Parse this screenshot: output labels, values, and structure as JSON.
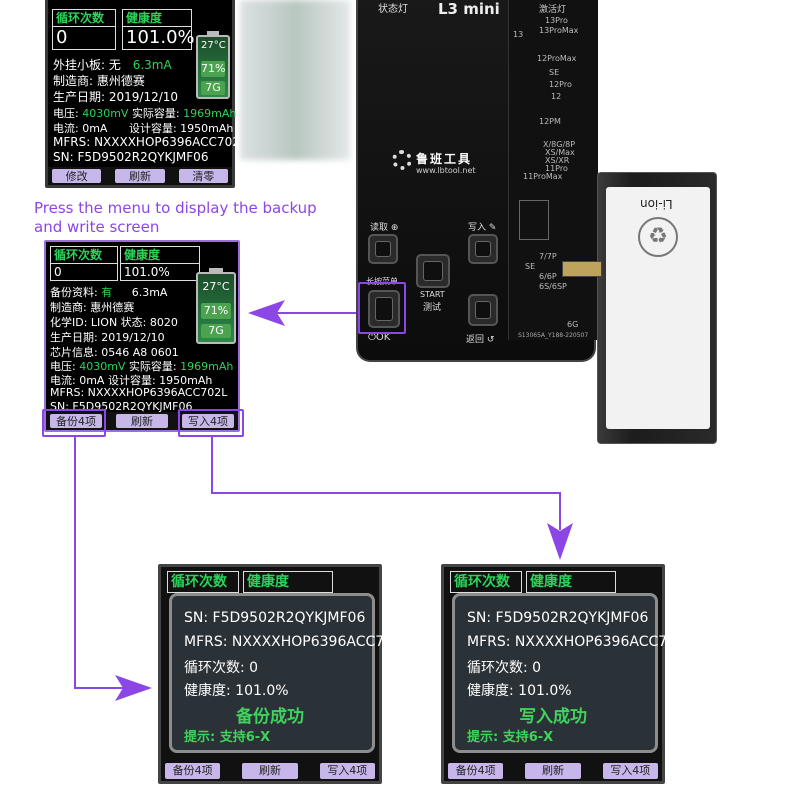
{
  "top_screen": {
    "cycles_label": "循环次数",
    "health_label": "健康度",
    "cycles_value": "0",
    "health_value": "101.0%",
    "battery_temp": "27°C",
    "battery_pct": "71%",
    "battery_code": "7G",
    "lines": [
      {
        "label": "外挂小板: 无",
        "value": "6.3mA"
      },
      {
        "label": "制造商: 惠州德赛",
        "value": ""
      },
      {
        "label": "生产日期: 2019/12/10",
        "value": ""
      },
      {
        "label": "电压: ",
        "value": "4030mV",
        "label2": "实际容量: ",
        "value2": "1969mAh"
      },
      {
        "label": "电流: 0mA",
        "value": "",
        "label2": "设计容量: 1950mAh",
        "value2": ""
      },
      {
        "label": "MFRS: NXXXXHOP6396ACC702",
        "value": ""
      },
      {
        "label": "SN: F5D9502R2QYKJMF06",
        "value": ""
      }
    ],
    "buttons": [
      "修改",
      "刷新",
      "清零"
    ]
  },
  "caption": "Press the menu to display the backup and write screen",
  "middle_screen": {
    "cycles_label": "循环次数",
    "health_label": "健康度",
    "cycles_value": "0",
    "health_value": "101.0%",
    "battery_temp": "27°C",
    "battery_pct": "71%",
    "battery_code": "7G",
    "lines": [
      {
        "label": "备份资料: ",
        "value": "有",
        "extra": "6.3mA"
      },
      {
        "label": "制造商: 惠州德赛"
      },
      {
        "label": "化学ID: LION  状态: 8020"
      },
      {
        "label": "生产日期: 2019/12/10"
      },
      {
        "label": "芯片信息: 0546 A8 0601"
      },
      {
        "label": "电压: ",
        "value": "4030mV",
        "label2": " 实际容量: ",
        "value2": "1969mAh"
      },
      {
        "label": "电流: 0mA     设计容量: 1950mAh"
      },
      {
        "label": "MFRS: NXXXXHOP6396ACC702L"
      },
      {
        "label": "SN: F5D9502R2QYKJMF06"
      }
    ],
    "buttons": [
      "备份4项",
      "刷新",
      "写入4项"
    ]
  },
  "device": {
    "status_light": "状态灯",
    "model": "L3 mini",
    "activate_light": "激活灯",
    "brand": "鲁班工具",
    "url": "www.lbtool.net",
    "read_label": "读取",
    "write_label": "写入",
    "start_label": "START",
    "test_label": "测试",
    "long_press_menu": "长按菜单",
    "ok_label": "OK",
    "back_label": "返回",
    "model_tags": [
      "13Pro",
      "13ProMax",
      "13",
      "12ProMax",
      "SE",
      "12Pro",
      "12",
      "12PM",
      "X/8G/8P",
      "XS/Max",
      "XS/XR",
      "11Pro",
      "11ProMax",
      "7/7P",
      "SE",
      "6/6P",
      "6S/6SP",
      "6G"
    ],
    "serial": "S13065A_Y188-220507"
  },
  "battery_pack": {
    "label": "Li-ion"
  },
  "result_left": {
    "cycles_label": "循环次数",
    "health_label": "健康度",
    "sn": "SN: F5D9502R2QYKJMF06",
    "mfrs": "MFRS: NXXXXHOP6396ACC7",
    "cycles": "循环次数:  0",
    "health": "健康度:  101.0%",
    "status": "备份成功",
    "tip": "提示: 支持6-X",
    "buttons": [
      "备份4项",
      "刷新",
      "写入4项"
    ]
  },
  "result_right": {
    "cycles_label": "循环次数",
    "health_label": "健康度",
    "sn": "SN: F5D9502R2QYKJMF06",
    "mfrs": "MFRS: NXXXXHOP6396ACC7",
    "cycles": "循环次数:  0",
    "health": "健康度:  101.0%",
    "status": "写入成功",
    "tip": "提示: 支持6-X",
    "buttons": [
      "备份4项",
      "刷新",
      "写入4项"
    ]
  },
  "colors": {
    "accent": "#8c46e6",
    "lcd_green": "#2bd35a",
    "button_bg": "#c7b6ea"
  }
}
